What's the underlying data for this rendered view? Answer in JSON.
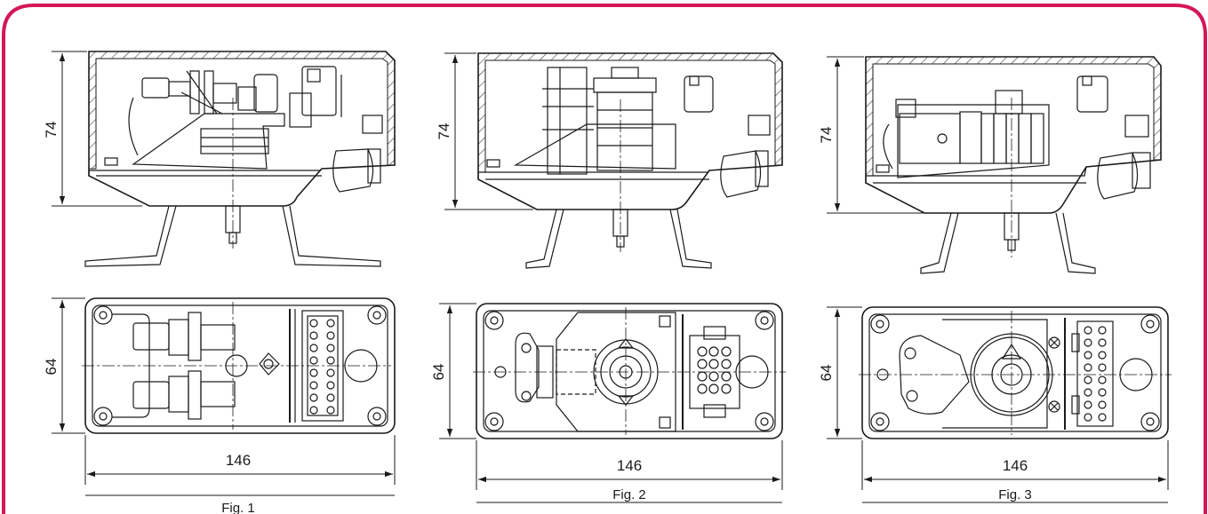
{
  "colors": {
    "frame": "#d4175a",
    "line": "#1a1a1a"
  },
  "dimensions": {
    "height_side": "74",
    "height_top": "64",
    "width": "146"
  },
  "figures": [
    {
      "caption": "Fig. 1"
    },
    {
      "caption": "Fig. 2"
    },
    {
      "caption": "Fig. 3"
    }
  ]
}
